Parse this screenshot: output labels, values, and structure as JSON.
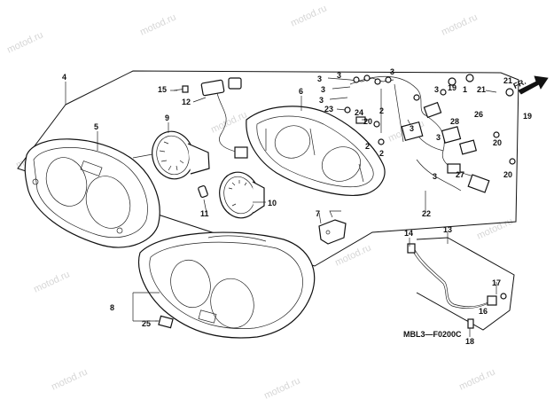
{
  "diagram": {
    "code": "MBL3—F0200C",
    "direction_arrow": "FR.",
    "watermark": "motod.ru",
    "labels": [
      "1",
      "2",
      "3",
      "4",
      "5",
      "6",
      "7",
      "8",
      "9",
      "10",
      "11",
      "12",
      "13",
      "14",
      "15",
      "16",
      "17",
      "18",
      "19",
      "20",
      "21",
      "22",
      "23",
      "24",
      "25",
      "26",
      "27",
      "28"
    ]
  }
}
